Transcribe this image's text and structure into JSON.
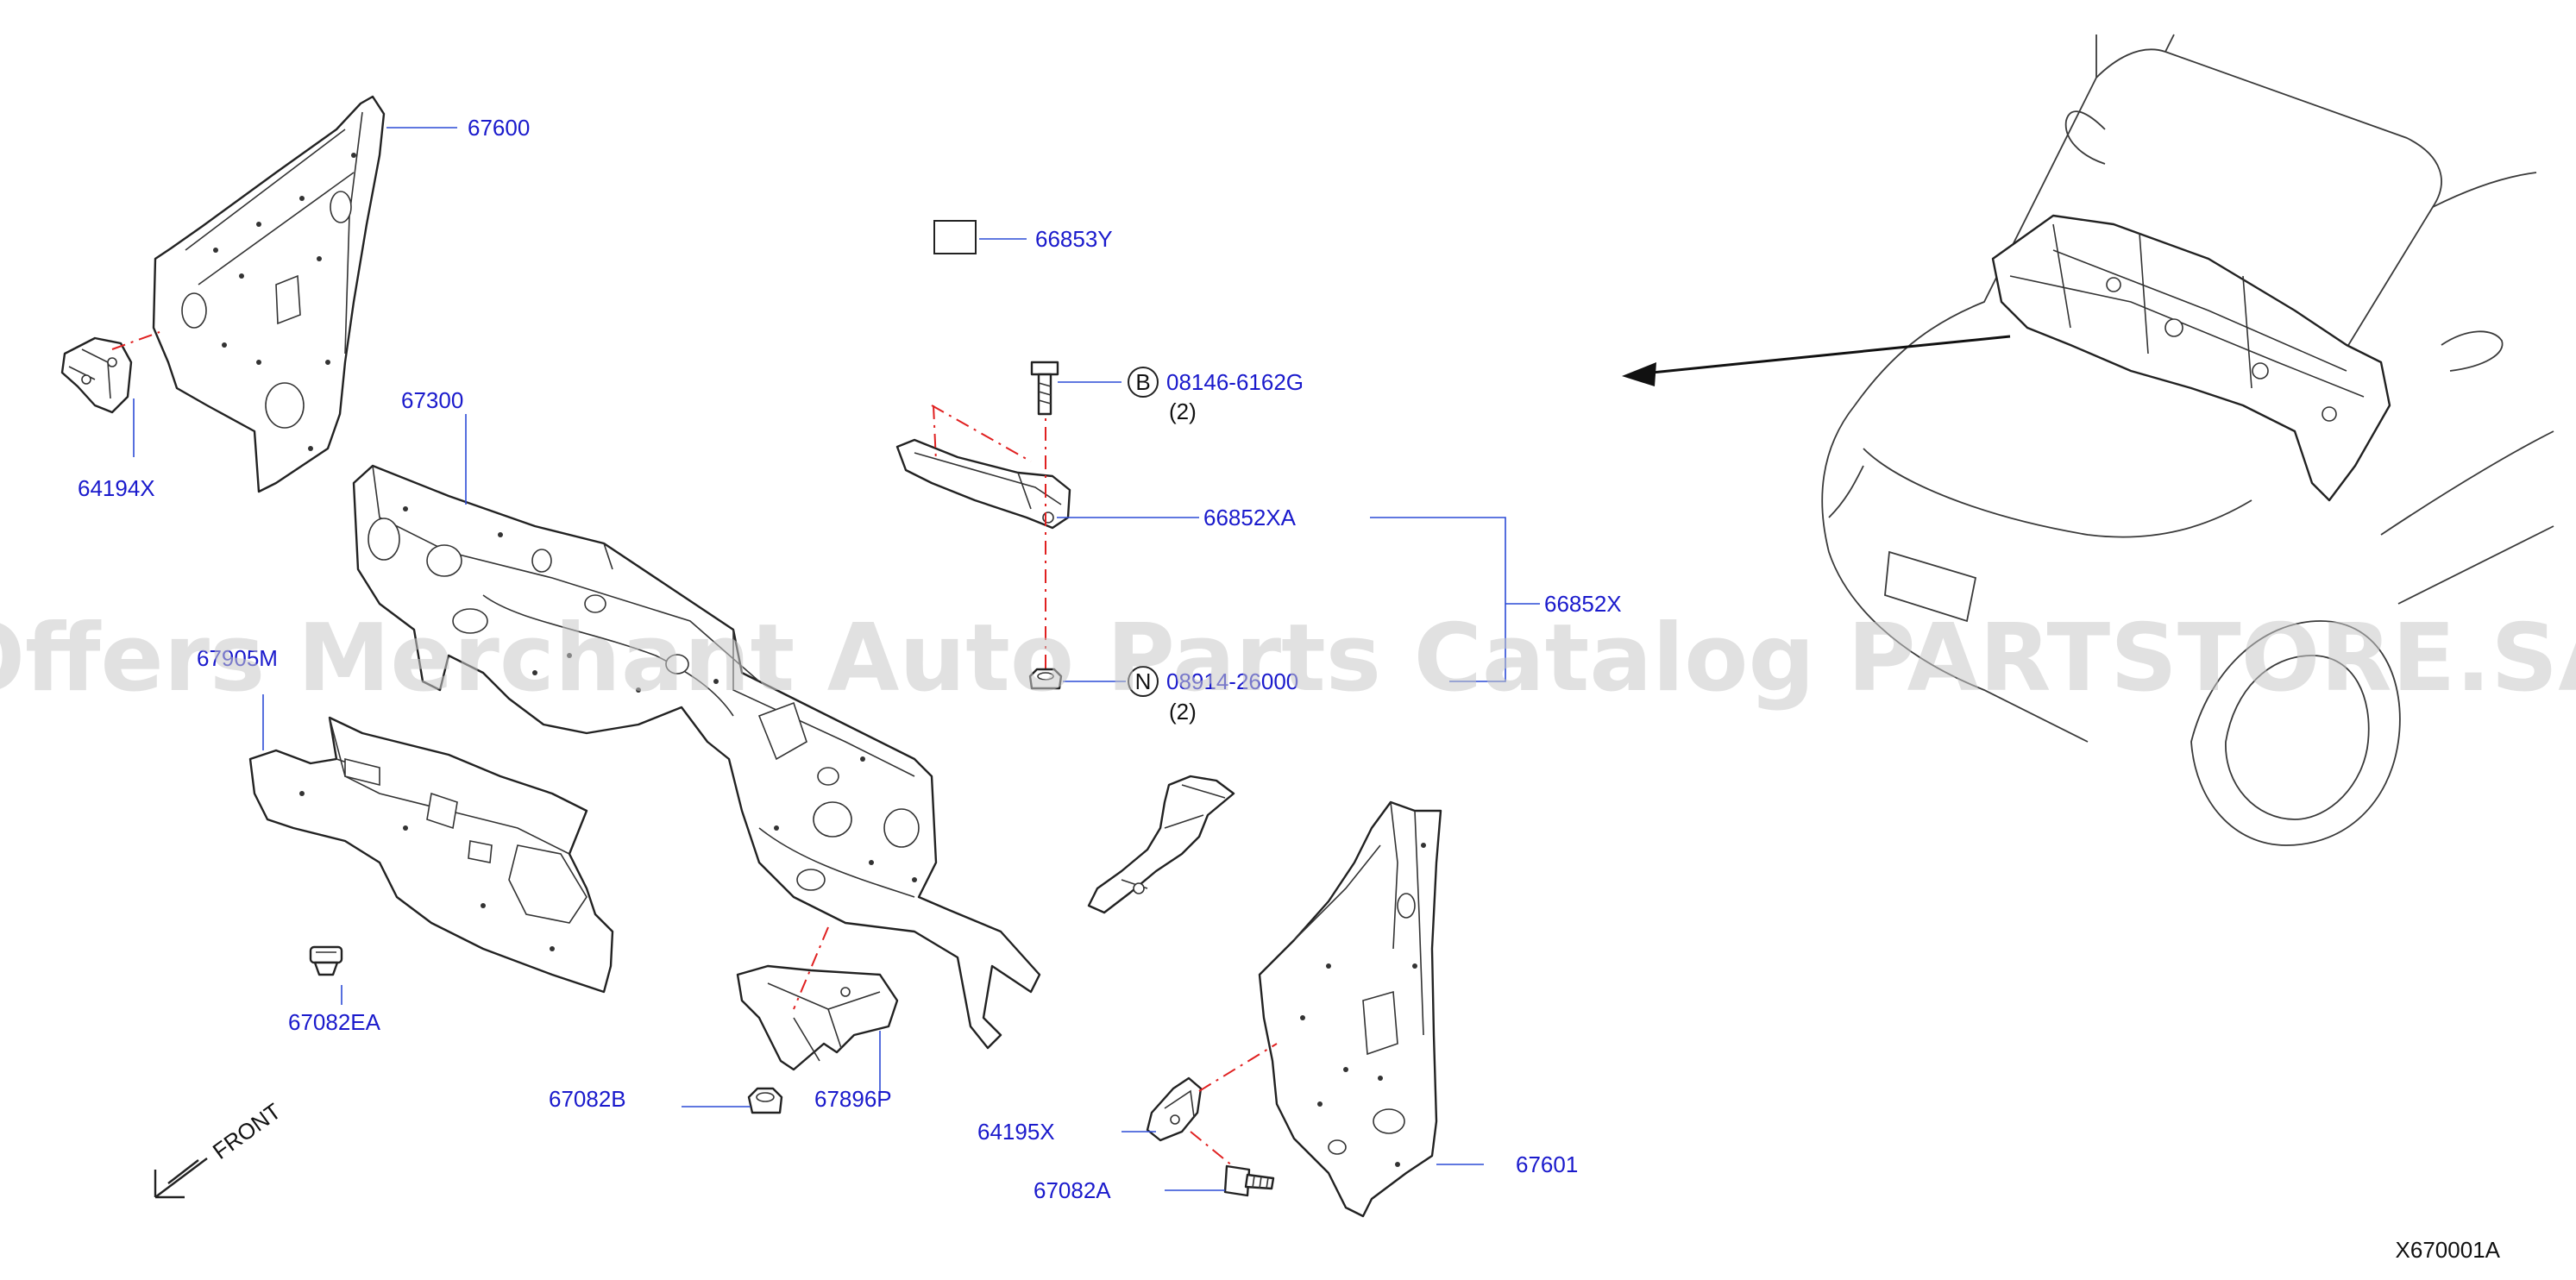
{
  "diagram_code": "X670001A",
  "watermark": "Offers Merchant Auto Parts Catalog PARTSTORE.SA",
  "front_label": "FRONT",
  "callouts": {
    "p67600": "67600",
    "p64194x": "64194X",
    "p67300": "67300",
    "p67905": "67905M",
    "p67082ea": "67082EA",
    "p67082b": "67082B",
    "p67896p": "67896P",
    "p66853y": "66853Y",
    "p08146": "08146-6162G",
    "qty_b": "(2)",
    "p66852xa": "66852XA",
    "p66852x": "66852X",
    "p08914": "08914-26000",
    "qty_n": "(2)",
    "p64195x": "64195X",
    "p67082a": "67082A",
    "p67601": "67601"
  },
  "symbols": {
    "b": "B",
    "n": "N"
  },
  "colors": {
    "callout_text": "#1a1acc",
    "leader_line": "#2c4bd6",
    "dashed_alignment": "#e02020",
    "watermark": "#c8c8c8"
  }
}
